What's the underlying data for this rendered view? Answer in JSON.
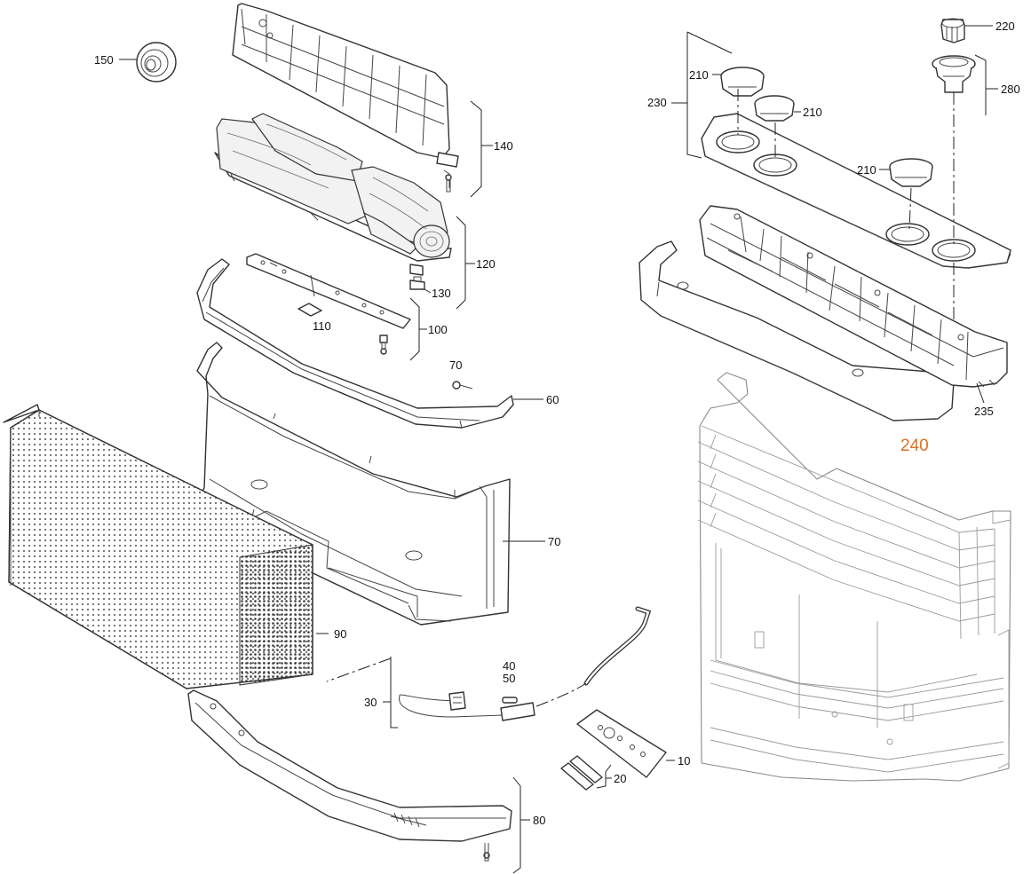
{
  "diagram": {
    "labels": {
      "p10": "10",
      "p20": "20",
      "p30": "30",
      "p40": "40",
      "p50": "50",
      "p60": "60",
      "p70_screw": "70",
      "p70": "70",
      "p80": "80",
      "p90": "90",
      "p100": "100",
      "p110": "110",
      "p120": "120",
      "p130": "130",
      "p140": "140",
      "p150": "150",
      "p210a": "210",
      "p210b": "210",
      "p210c": "210",
      "p220": "220",
      "p230": "230",
      "p235": "235",
      "p240": "240",
      "p280": "280"
    },
    "accent_color": "#e07020"
  }
}
